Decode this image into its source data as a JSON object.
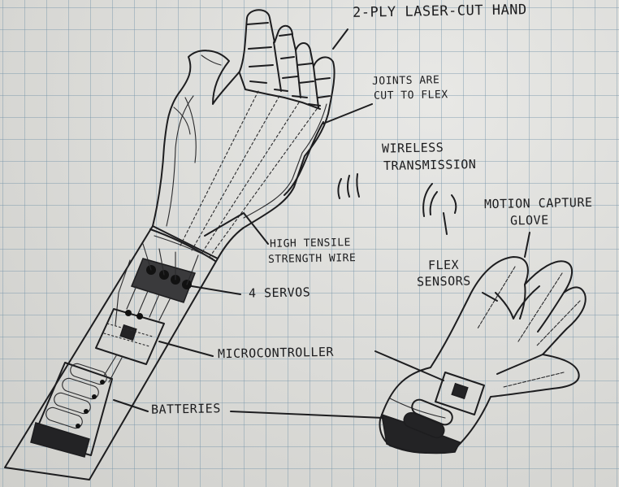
{
  "labels": {
    "hand": "2-PLY LASER-CUT HAND",
    "joints_line1": "JOINTS ARE",
    "joints_line2": "CUT TO FLEX",
    "wireless_line1": "WIRELESS",
    "wireless_line2": "TRANSMISSION",
    "glove_line1": "MOTION CAPTURE",
    "glove_line2": "GLOVE",
    "flex_line1": "FLEX",
    "flex_line2": "SENSORS",
    "wire_line1": "HIGH TENSILE",
    "wire_line2": "STRENGTH WIRE",
    "servos": "4 SERVOS",
    "microcontroller": "MICROCONTROLLER",
    "batteries": "BATTERIES"
  },
  "colors": {
    "paper": "#dcdcd8",
    "grid": "#7896aa",
    "ink": "#1d1d1f"
  }
}
